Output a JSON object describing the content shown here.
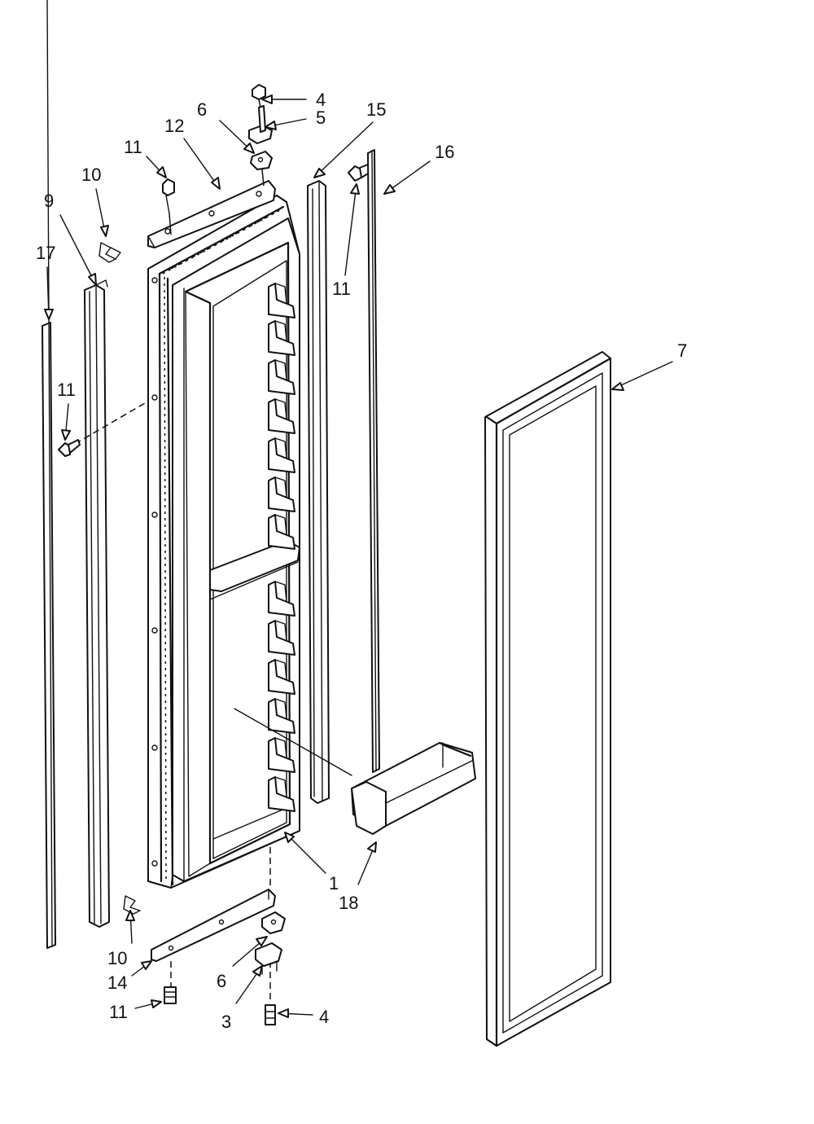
{
  "diagram": {
    "callouts": [
      {
        "id": "c1",
        "label": "1"
      },
      {
        "id": "c3",
        "label": "3"
      },
      {
        "id": "c4a",
        "label": "4"
      },
      {
        "id": "c4b",
        "label": "4"
      },
      {
        "id": "c5",
        "label": "5"
      },
      {
        "id": "c6a",
        "label": "6"
      },
      {
        "id": "c6b",
        "label": "6"
      },
      {
        "id": "c7",
        "label": "7"
      },
      {
        "id": "c9",
        "label": "9"
      },
      {
        "id": "c10a",
        "label": "10"
      },
      {
        "id": "c10b",
        "label": "10"
      },
      {
        "id": "c11a",
        "label": "11"
      },
      {
        "id": "c11b",
        "label": "11"
      },
      {
        "id": "c11c",
        "label": "11"
      },
      {
        "id": "c11d",
        "label": "11"
      },
      {
        "id": "c12",
        "label": "12"
      },
      {
        "id": "c14",
        "label": "14"
      },
      {
        "id": "c15",
        "label": "15"
      },
      {
        "id": "c16",
        "label": "16"
      },
      {
        "id": "c17",
        "label": "17"
      },
      {
        "id": "c18",
        "label": "18"
      }
    ]
  }
}
